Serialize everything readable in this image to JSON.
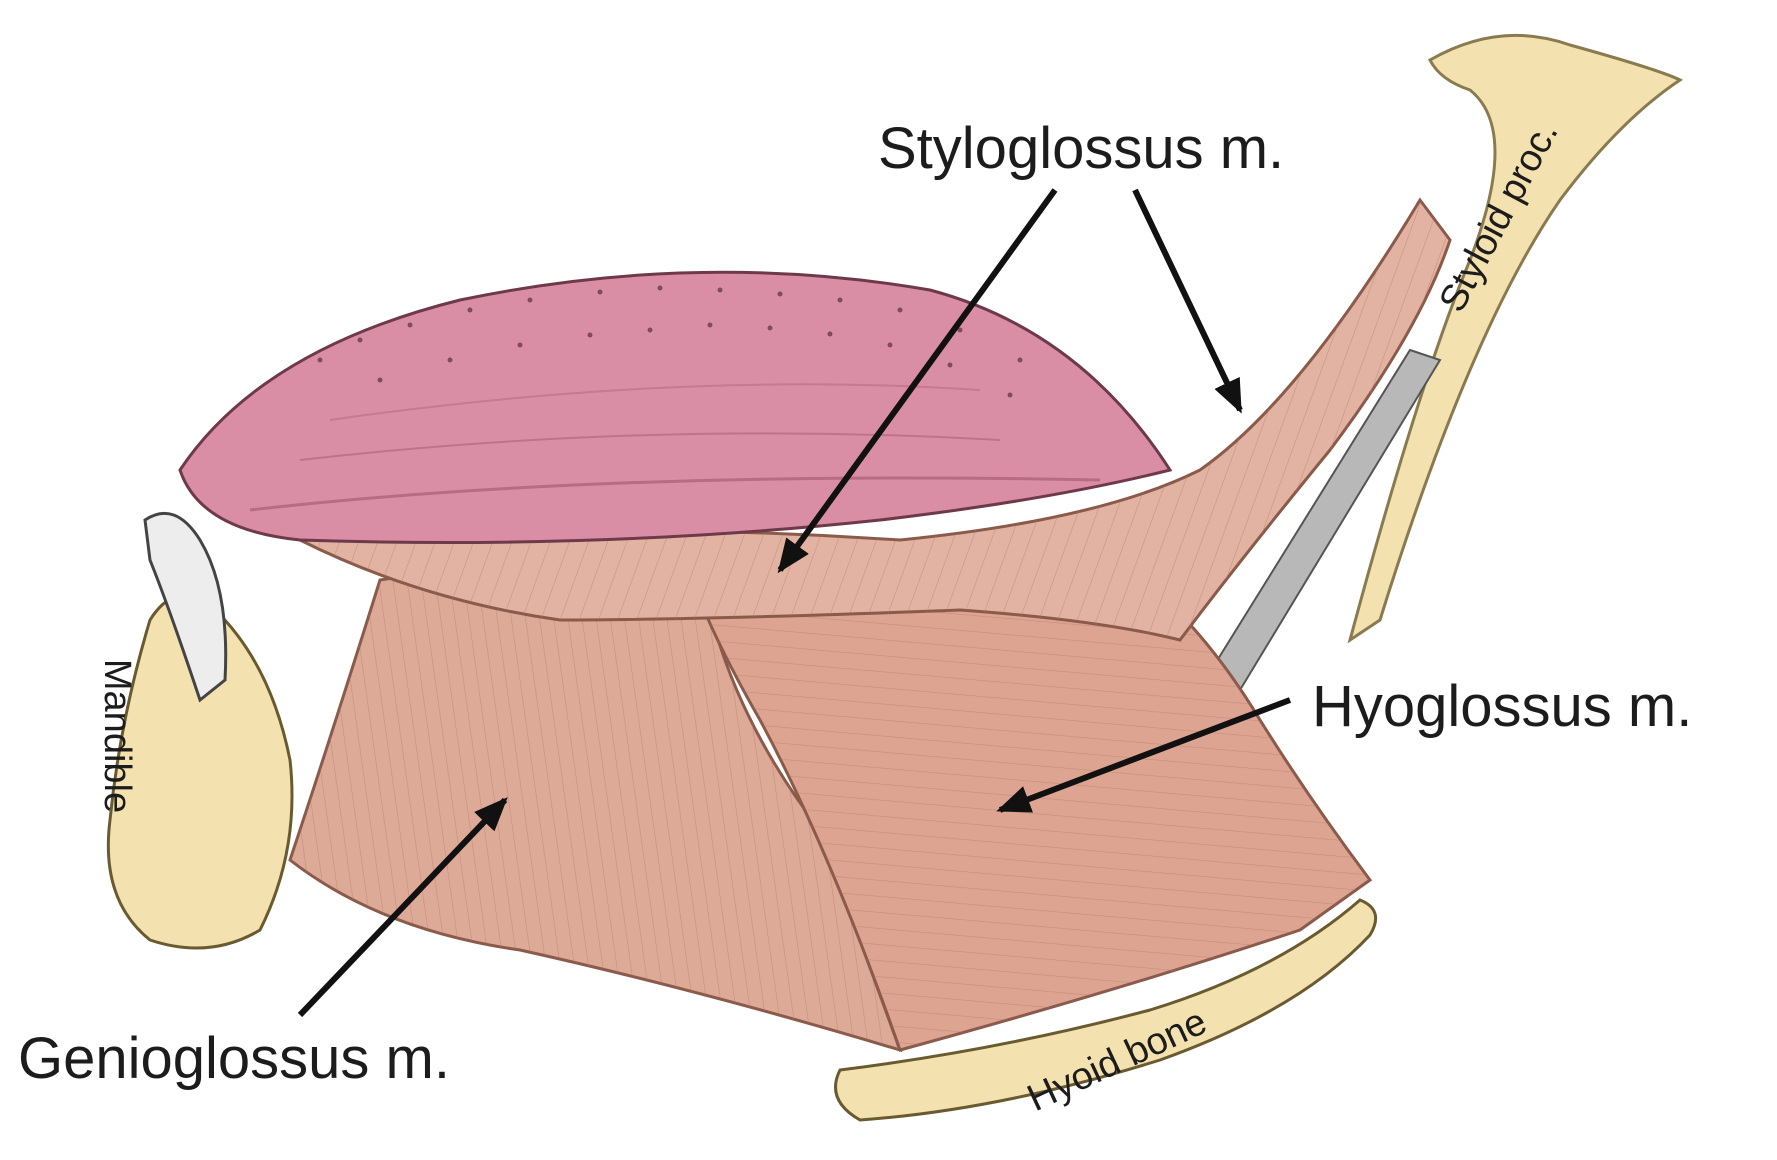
{
  "diagram": {
    "labels": {
      "styloglossus": "Styloglossus m.",
      "hyoglossus": "Hyoglossus m.",
      "genioglossus": "Genioglossus m.",
      "mandible": "Mandible",
      "hyoid_bone": "Hyoid bone",
      "styloid_process": "Styloid proc."
    },
    "colors": {
      "tongue": "#d98ea6",
      "tongue_dark": "#b96b84",
      "muscle": "#deaa98",
      "muscle_dark": "#c98a78",
      "bone": "#f3e2b0",
      "bone_edge": "#d9bf78",
      "ligament": "#a9a9a9",
      "arrow": "#111111"
    }
  }
}
